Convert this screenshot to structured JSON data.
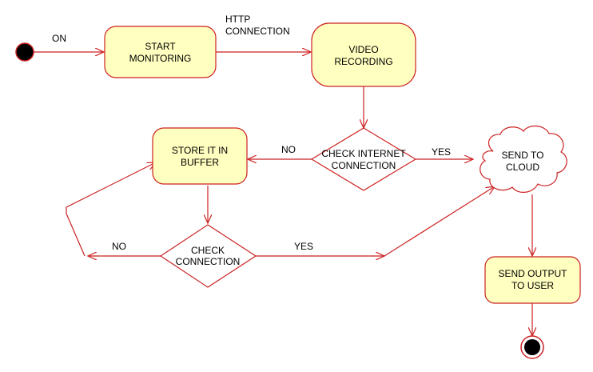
{
  "nodes": {
    "start_monitoring": {
      "line1": "START",
      "line2": "MONITORING"
    },
    "video_recording": {
      "line1": "VIDEO",
      "line2": "RECORDING"
    },
    "check_internet": {
      "line1": "CHECK INTERNET",
      "line2": "CONNECTION"
    },
    "store_buffer": {
      "line1": "STORE IT IN",
      "line2": "BUFFER"
    },
    "check_connection": {
      "line1": "CHECK",
      "line2": "CONNECTION"
    },
    "send_cloud": {
      "line1": "SEND TO",
      "line2": "CLOUD"
    },
    "send_output": {
      "line1": "SEND OUTPUT",
      "line2": "TO USER"
    }
  },
  "edges": {
    "on_label": "ON",
    "http_line1": "HTTP",
    "http_line2": "CONNECTION",
    "internet_no": "NO",
    "internet_yes": "YES",
    "conn_no": "NO",
    "conn_yes": "YES"
  },
  "colors": {
    "stroke": "#cc2222",
    "fill": "#ffffc0",
    "text": "#000000",
    "node_dot": "#000000"
  }
}
